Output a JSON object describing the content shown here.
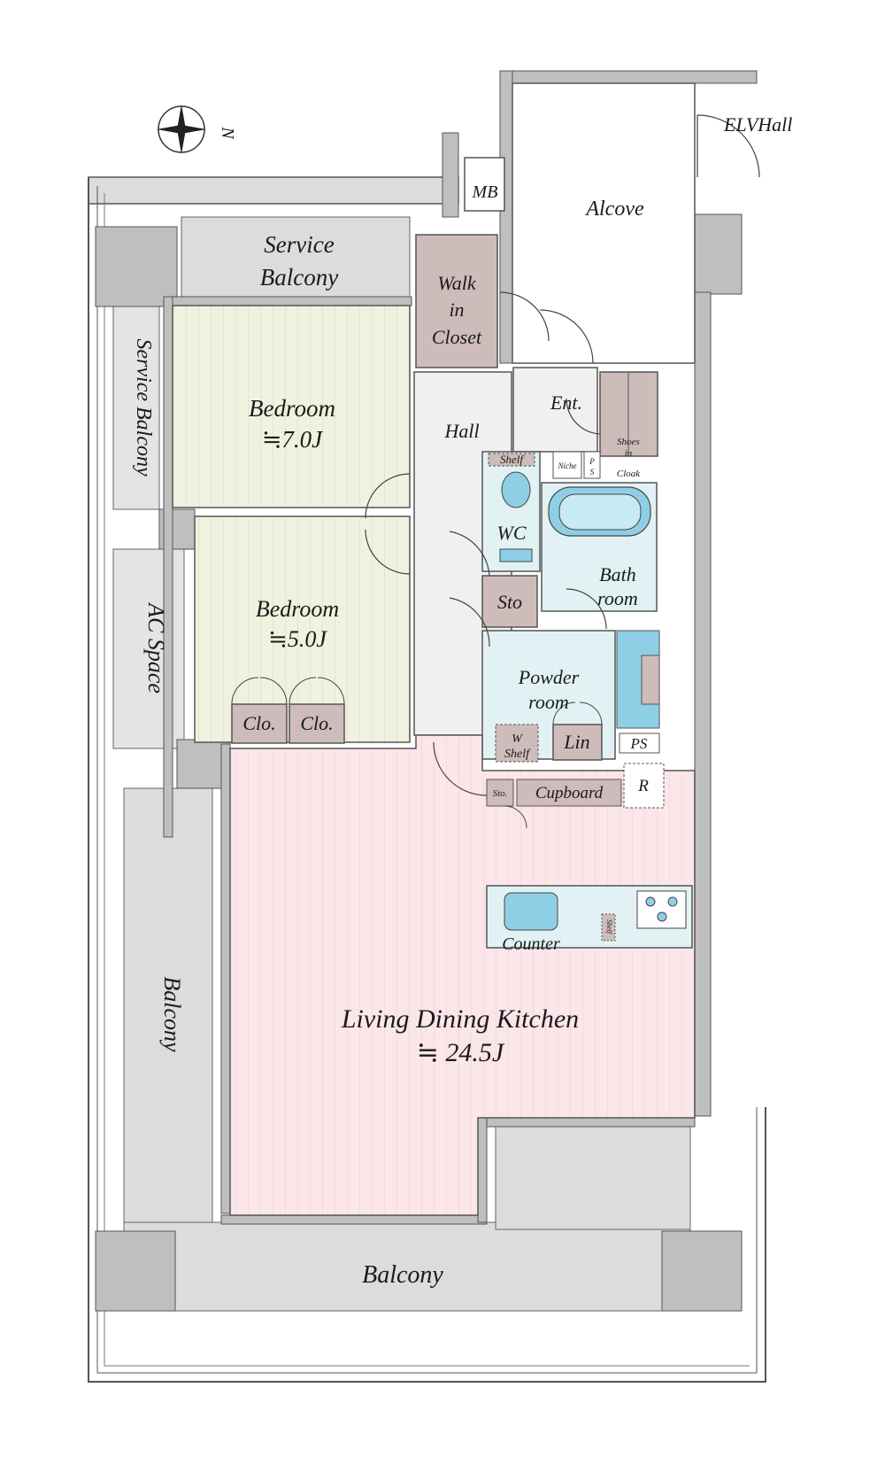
{
  "compass": {
    "north": "N"
  },
  "rooms": {
    "elv_hall": "ELVHall",
    "mb": "MB",
    "alcove": "Alcove",
    "service_balcony_top_1": "Service",
    "service_balcony_top_2": "Balcony",
    "walk_in_closet_1": "Walk",
    "walk_in_closet_2": "in",
    "walk_in_closet_3": "Closet",
    "service_balcony_side": "Service Balcony",
    "bedroom1_name": "Bedroom",
    "bedroom1_size": "≒7.0J",
    "hall": "Hall",
    "entrance": "Ent.",
    "shoes_cloak_1": "Shoes",
    "shoes_cloak_2": "in",
    "shoes_cloak_3": "Cloak",
    "niche": "Niche",
    "ps_small_1": "P",
    "ps_small_2": "S",
    "wc_shelf": "Shelf",
    "wc": "WC",
    "bath_1": "Bath",
    "bath_2": "room",
    "ac_space": "AC Space",
    "bedroom2_name": "Bedroom",
    "bedroom2_size": "≒5.0J",
    "sto": "Sto",
    "powder_1": "Powder",
    "powder_2": "room",
    "clo1": "Clo.",
    "clo2": "Clo.",
    "w_shelf_1": "W",
    "w_shelf_2": "Shelf",
    "lin": "Lin",
    "ps": "PS",
    "sto_small": "Sto.",
    "cupboard": "Cupboard",
    "refrigerator": "R",
    "kitchen_shelf": "Shelf",
    "counter": "Counter",
    "balcony_side": "Balcony",
    "ldk_name": "Living Dining Kitchen",
    "ldk_size": "≒ 24.5J",
    "balcony_bottom": "Balcony"
  },
  "colors": {
    "wall": "#bfbfbf",
    "balcony": "#dcdcdc",
    "bedroom": "#f1f1df",
    "ldk": "#fbe6ea",
    "hall": "#f0f0f0",
    "wet_area": "#e2f2f4",
    "storage": "#cdbcba",
    "bath_blue": "#8ecfe6"
  }
}
